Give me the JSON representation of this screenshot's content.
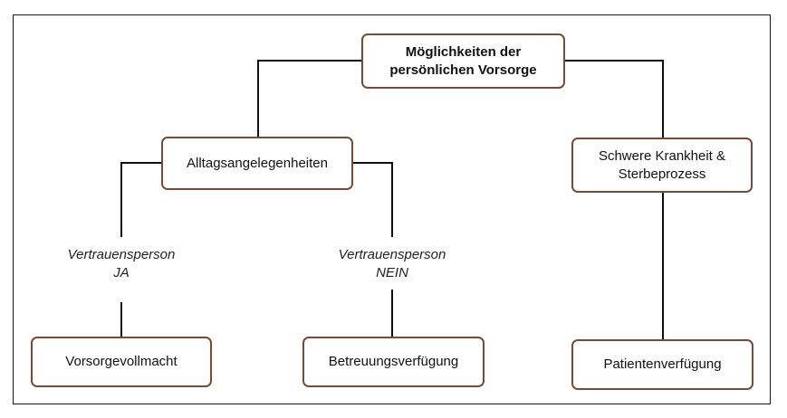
{
  "diagram": {
    "nodes": {
      "root": "Möglichkeiten der\npersönlichen Vorsorge",
      "daily": "Alltagsangelegenheiten",
      "illness": "Schwere Krankheit &\nSterbeprozess",
      "power_of_attorney": "Vorsorgevollmacht",
      "care_directive": "Betreuungsverfügung",
      "patient_directive": "Patientenverfügung"
    },
    "edge_labels": {
      "trust_yes": "Vertrauensperson\nJA",
      "trust_no": "Vertrauensperson\nNEIN"
    },
    "colors": {
      "node_border": "#7a4a35",
      "connector": "#111111"
    }
  }
}
